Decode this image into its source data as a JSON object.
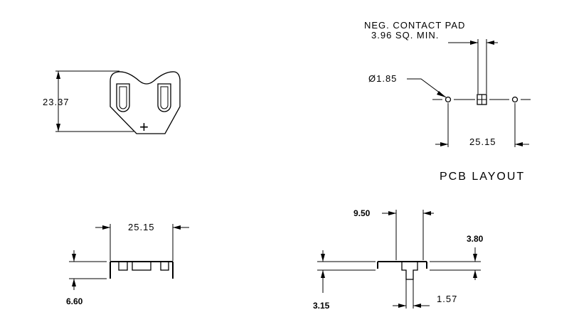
{
  "top_view": {
    "height_dim": "23.37",
    "polarity": "+"
  },
  "pcb_layout": {
    "pad_label_line1": "NEG. CONTACT PAD",
    "pad_label_line2": "3.96 SQ. MIN.",
    "hole_dim": "Ø1.85",
    "spacing_dim": "25.15",
    "title": "PCB LAYOUT"
  },
  "side_view": {
    "width_dim": "25.15",
    "height_dim": "6.60"
  },
  "end_view": {
    "width_dim": "9.50",
    "top_dim": "3.80",
    "bottom_dim": "3.15",
    "pin_dim": "1.57"
  }
}
